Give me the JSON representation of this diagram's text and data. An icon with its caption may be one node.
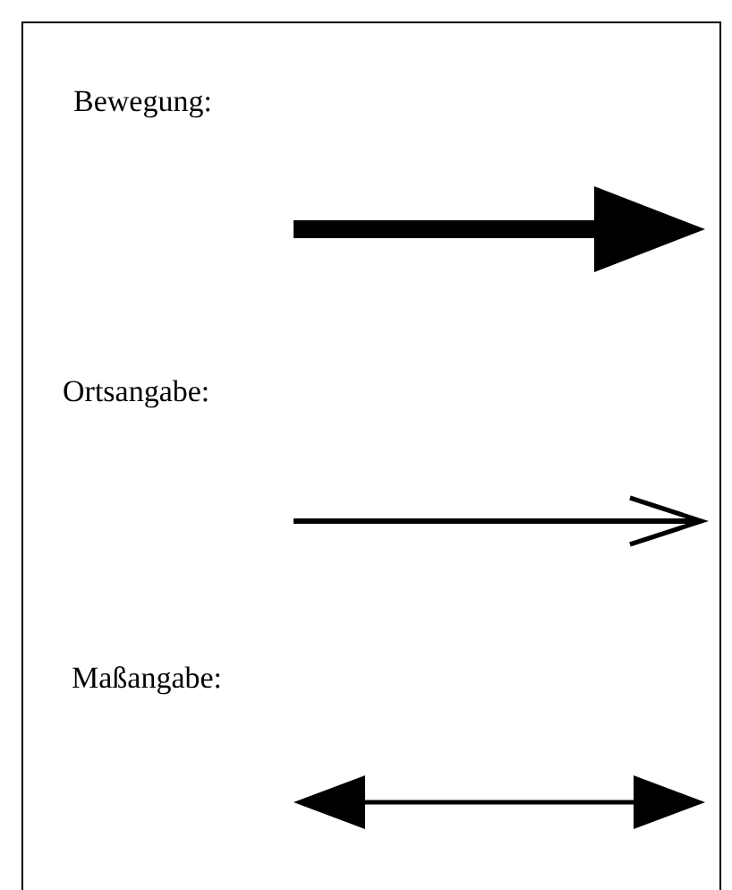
{
  "diagram": {
    "legend": [
      {
        "text": "Bewegung:"
      },
      {
        "text": "Ortsangabe:"
      },
      {
        "text": "Maßangabe:"
      }
    ]
  }
}
